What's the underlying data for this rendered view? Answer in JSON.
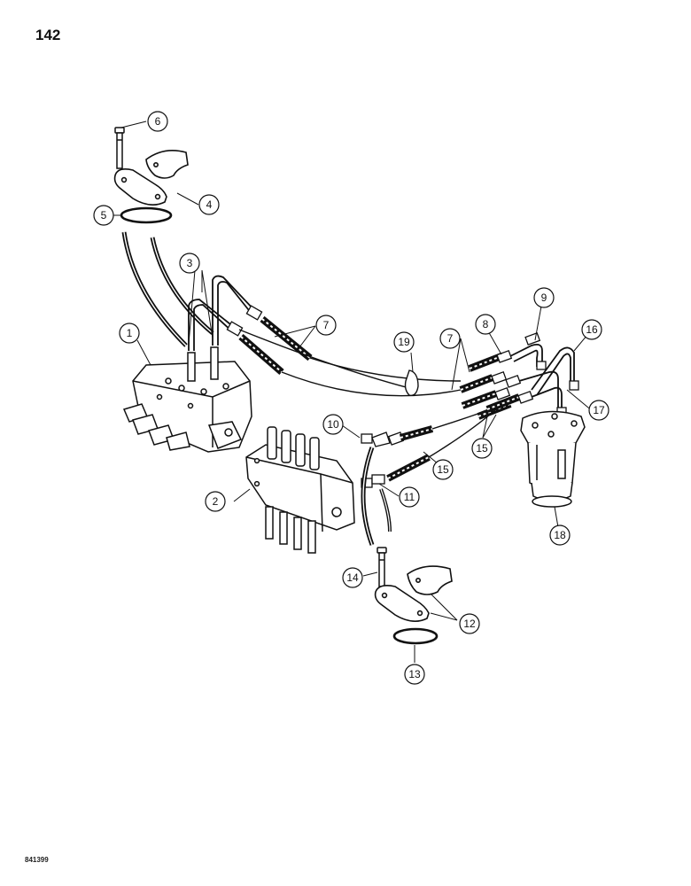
{
  "page": {
    "page_number": "142",
    "drawing_code": "841399"
  },
  "callouts": [
    {
      "id": "c1",
      "label": "1"
    },
    {
      "id": "c2",
      "label": "2"
    },
    {
      "id": "c3",
      "label": "3"
    },
    {
      "id": "c4",
      "label": "4"
    },
    {
      "id": "c5",
      "label": "5"
    },
    {
      "id": "c6",
      "label": "6"
    },
    {
      "id": "c7a",
      "label": "7"
    },
    {
      "id": "c7b",
      "label": "7"
    },
    {
      "id": "c8",
      "label": "8"
    },
    {
      "id": "c9",
      "label": "9"
    },
    {
      "id": "c10",
      "label": "10"
    },
    {
      "id": "c11",
      "label": "11"
    },
    {
      "id": "c12",
      "label": "12"
    },
    {
      "id": "c13",
      "label": "13"
    },
    {
      "id": "c14",
      "label": "14"
    },
    {
      "id": "c15a",
      "label": "15"
    },
    {
      "id": "c15b",
      "label": "15"
    },
    {
      "id": "c16",
      "label": "16"
    },
    {
      "id": "c17",
      "label": "17"
    },
    {
      "id": "c18",
      "label": "18"
    },
    {
      "id": "c19",
      "label": "19"
    }
  ],
  "colors": {
    "ink": "#111111",
    "paper": "#ffffff"
  }
}
